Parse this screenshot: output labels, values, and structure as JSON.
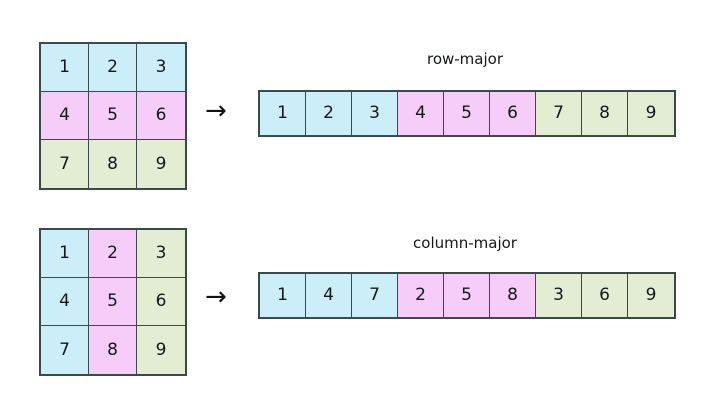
{
  "figure": {
    "background_color": "#ffffff",
    "border_color": "#3a4a4a",
    "text_color": "#14181a",
    "arrow_glyph": "→"
  },
  "palette": {
    "blue": "#cbeef8",
    "pink": "#f6ccf8",
    "green": "#e2edd4"
  },
  "row_major": {
    "label": "row-major",
    "matrix": {
      "rows": 3,
      "cols": 3,
      "cells": [
        {
          "value": "1",
          "color": "blue"
        },
        {
          "value": "2",
          "color": "blue"
        },
        {
          "value": "3",
          "color": "blue"
        },
        {
          "value": "4",
          "color": "pink"
        },
        {
          "value": "5",
          "color": "pink"
        },
        {
          "value": "6",
          "color": "pink"
        },
        {
          "value": "7",
          "color": "green"
        },
        {
          "value": "8",
          "color": "green"
        },
        {
          "value": "9",
          "color": "green"
        }
      ]
    },
    "array": {
      "length": 9,
      "cells": [
        {
          "value": "1",
          "color": "blue"
        },
        {
          "value": "2",
          "color": "blue"
        },
        {
          "value": "3",
          "color": "blue"
        },
        {
          "value": "4",
          "color": "pink"
        },
        {
          "value": "5",
          "color": "pink"
        },
        {
          "value": "6",
          "color": "pink"
        },
        {
          "value": "7",
          "color": "green"
        },
        {
          "value": "8",
          "color": "green"
        },
        {
          "value": "9",
          "color": "green"
        }
      ]
    }
  },
  "column_major": {
    "label": "column-major",
    "matrix": {
      "rows": 3,
      "cols": 3,
      "cells": [
        {
          "value": "1",
          "color": "blue"
        },
        {
          "value": "2",
          "color": "pink"
        },
        {
          "value": "3",
          "color": "green"
        },
        {
          "value": "4",
          "color": "blue"
        },
        {
          "value": "5",
          "color": "pink"
        },
        {
          "value": "6",
          "color": "green"
        },
        {
          "value": "7",
          "color": "blue"
        },
        {
          "value": "8",
          "color": "pink"
        },
        {
          "value": "9",
          "color": "green"
        }
      ]
    },
    "array": {
      "length": 9,
      "cells": [
        {
          "value": "1",
          "color": "blue"
        },
        {
          "value": "4",
          "color": "blue"
        },
        {
          "value": "7",
          "color": "blue"
        },
        {
          "value": "2",
          "color": "pink"
        },
        {
          "value": "5",
          "color": "pink"
        },
        {
          "value": "8",
          "color": "pink"
        },
        {
          "value": "3",
          "color": "green"
        },
        {
          "value": "6",
          "color": "green"
        },
        {
          "value": "9",
          "color": "green"
        }
      ]
    }
  }
}
